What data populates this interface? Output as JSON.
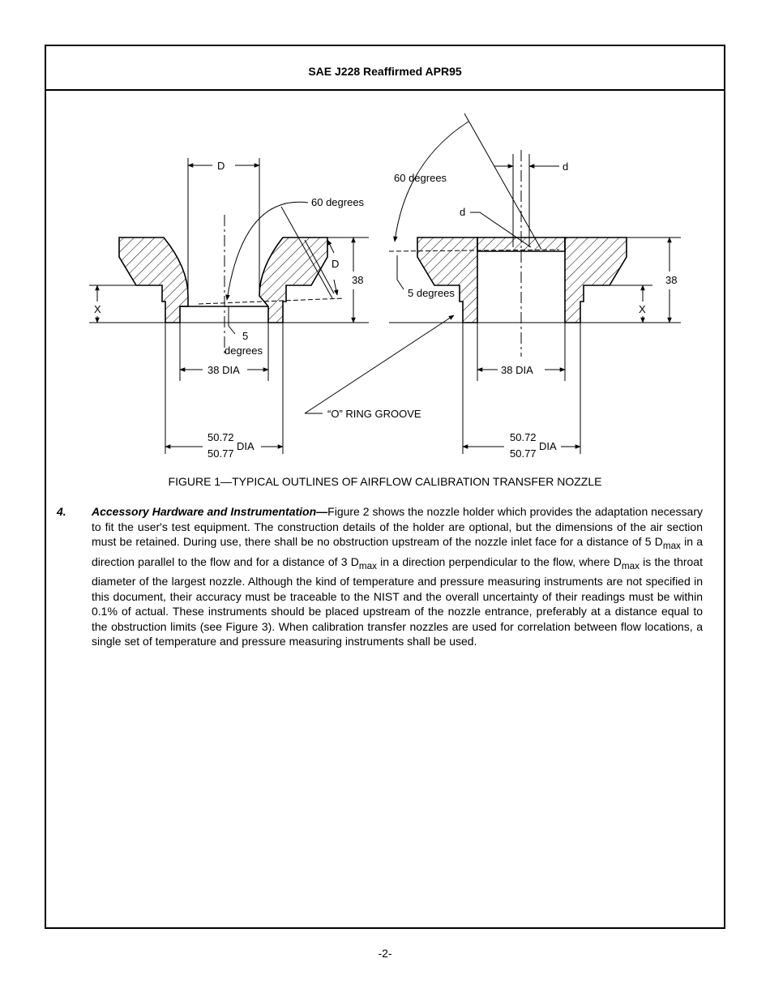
{
  "header": {
    "title": "SAE J228 Reaffirmed APR95"
  },
  "figure": {
    "left": {
      "label_D_top": "D",
      "label_60": "60 degrees",
      "label_D_side": "D",
      "label_38": "38",
      "label_X": "X",
      "label_5": "5",
      "label_degrees": "degrees",
      "label_38dia": "38 DIA",
      "label_5072": "50.72",
      "label_5077": "50.77",
      "label_dia": "DIA"
    },
    "right": {
      "label_d_top": "d",
      "label_60": "60 degrees",
      "label_d_side": "d",
      "label_5deg": "5 degrees",
      "label_38": "38",
      "label_X": "X",
      "label_38dia": "38 DIA",
      "label_5072": "50.72",
      "label_5077": "50.77",
      "label_dia": "DIA"
    },
    "label_oring": "“O” RING GROOVE",
    "caption": "FIGURE 1—TYPICAL OUTLINES OF AIRFLOW CALIBRATION TRANSFER NOZZLE"
  },
  "section": {
    "number": "4.",
    "title": "Accessory Hardware and Instrumentation—",
    "p1": "Figure 2 shows the nozzle holder which provides the adaptation necessary to fit the user's test equipment.  The construction details of the holder are optional, but the dimensions of the air section must be retained.  During use, there shall be no obstruction upstream of the nozzle inlet face for a distance of 5 D",
    "sub1": "max",
    "p2": " in a direction parallel to the flow and for a distance of 3 D",
    "sub2": "max",
    "p3": " in a direction perpendicular to the flow, where D",
    "sub3": "max",
    "p4": " is the throat diameter of the largest nozzle.  Although the kind of temperature and pressure measuring instruments are not specified in this document, their accuracy must be traceable to the NIST and the overall uncertainty of their readings must be within 0.1% of actual.  These instruments should be placed upstream of the nozzle entrance, preferably at a distance equal to the obstruction limits (see Figure 3).  When calibration transfer nozzles are used for correlation between flow locations, a single set of temperature and pressure measuring instruments shall be used."
  },
  "footer": {
    "page": "-2-"
  }
}
